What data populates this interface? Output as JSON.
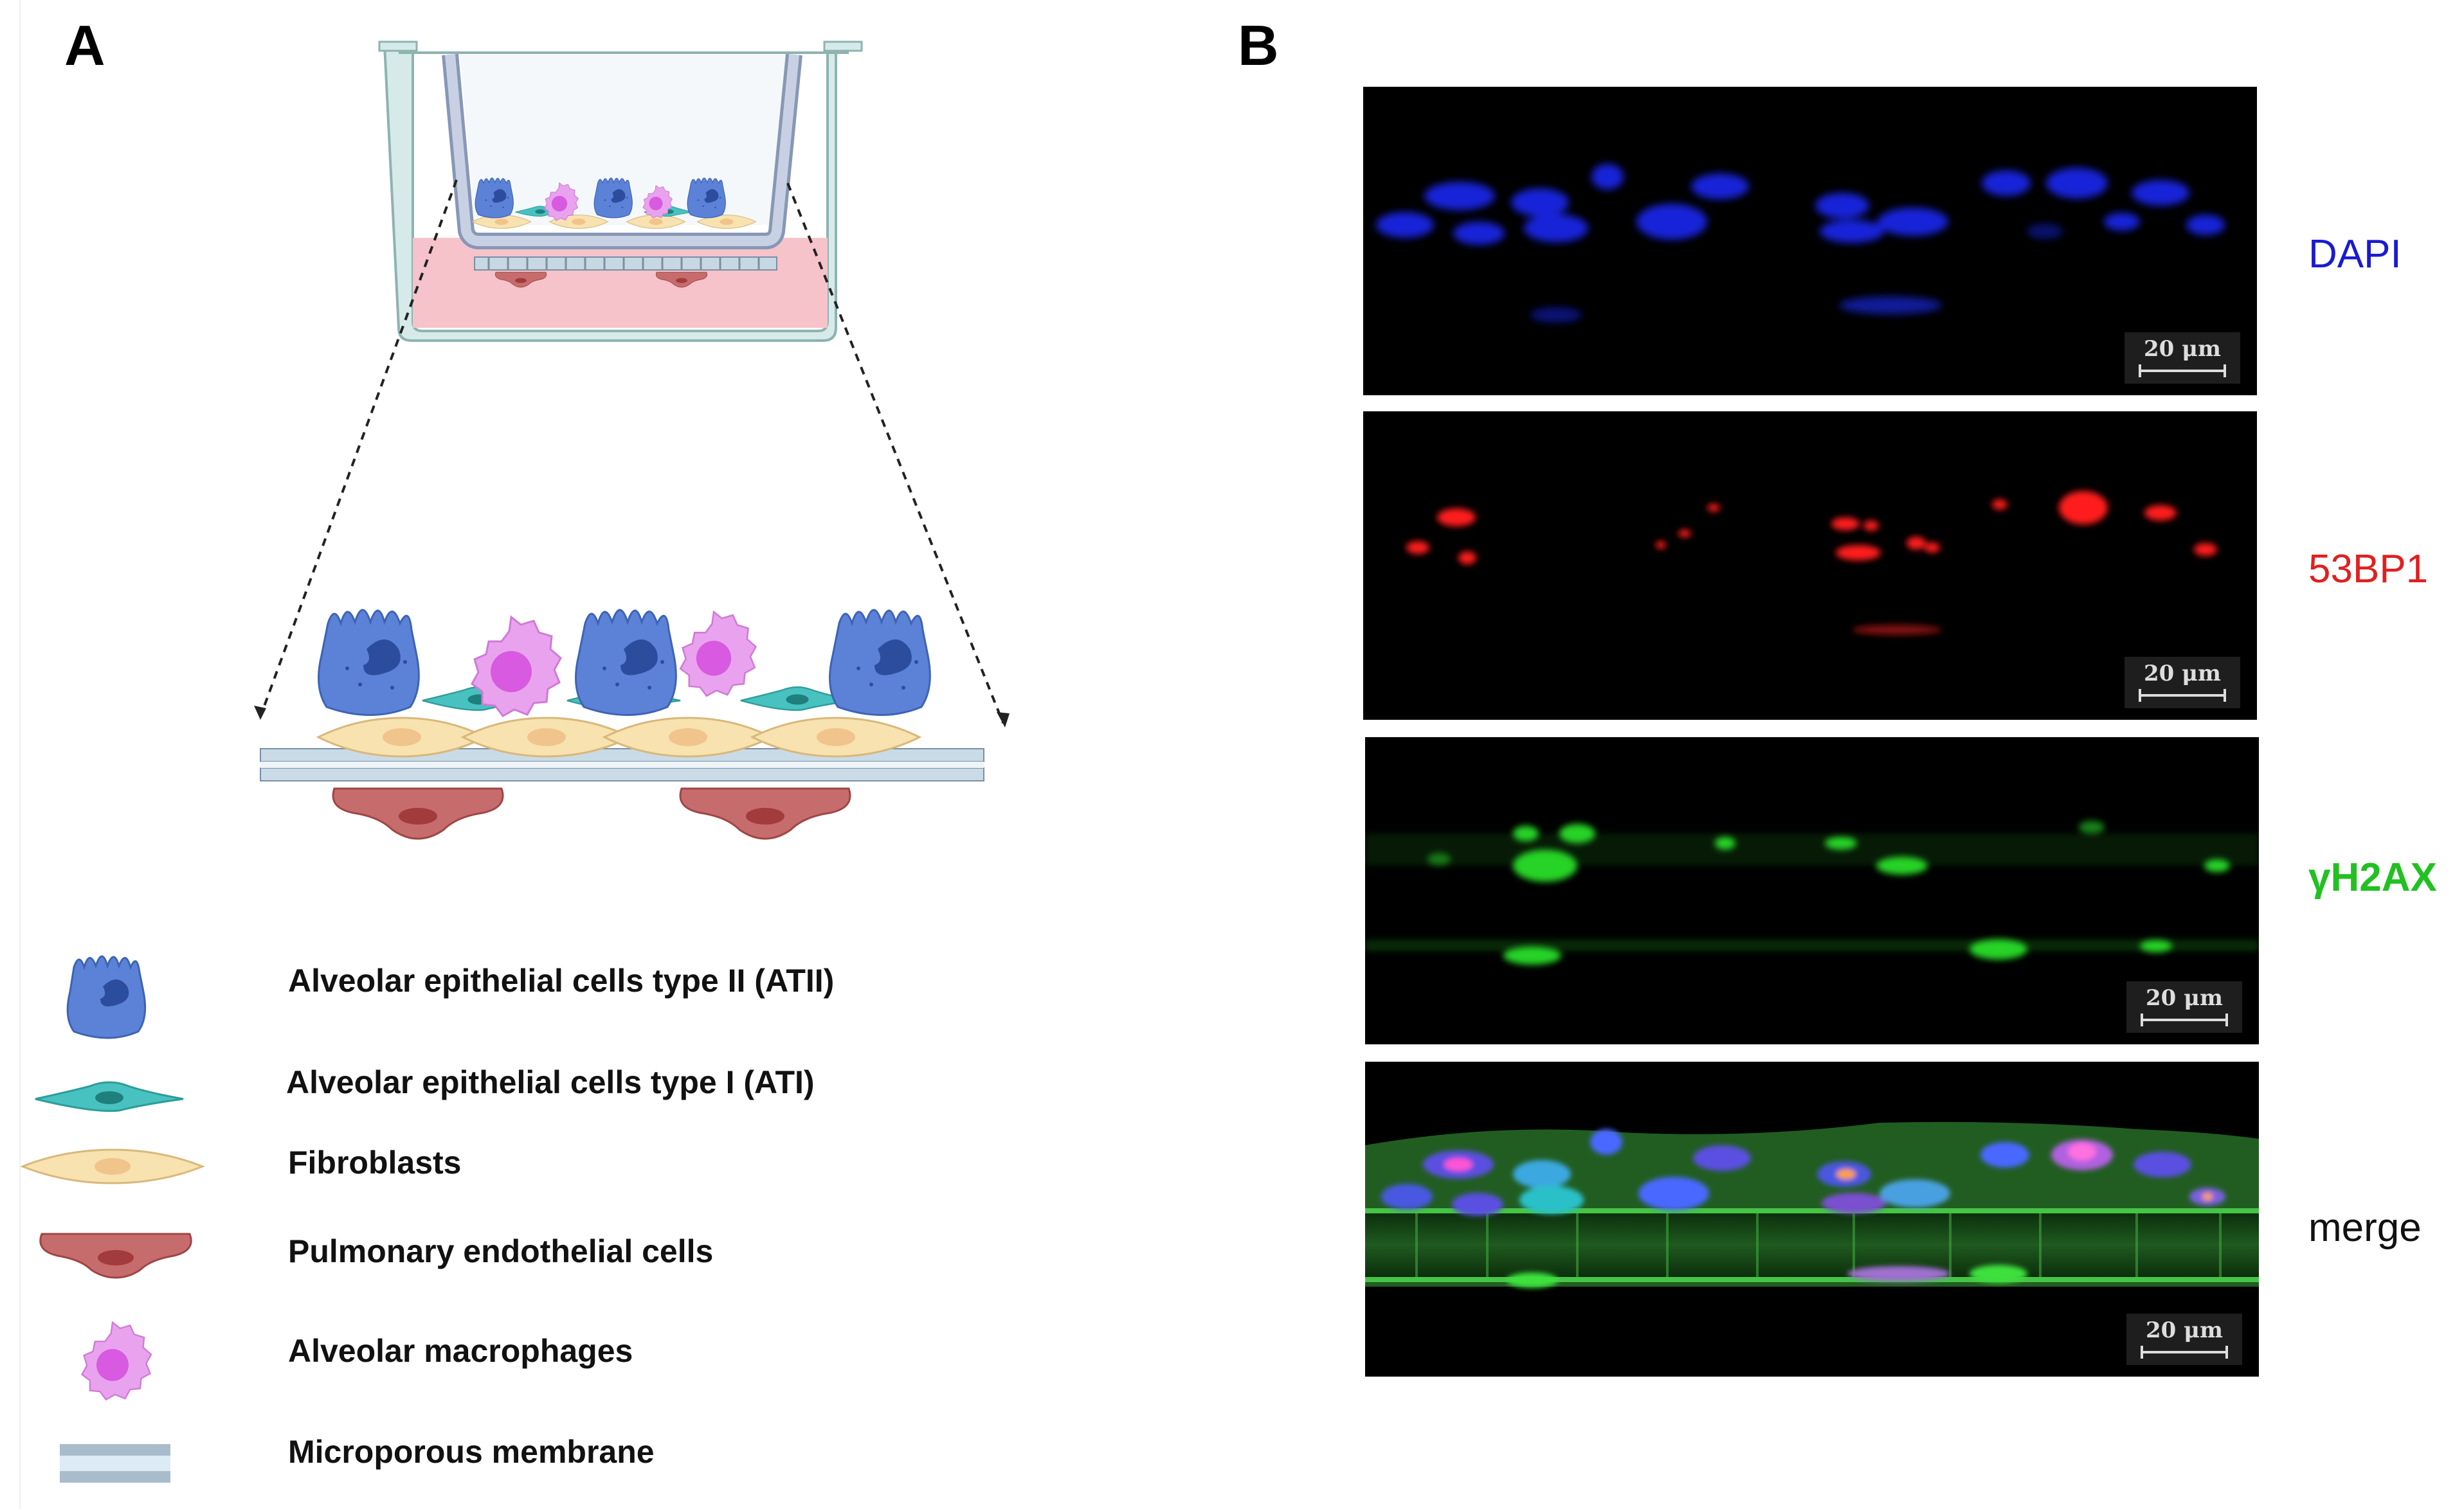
{
  "panels": {
    "a_label": "A",
    "b_label": "B"
  },
  "legend": [
    {
      "icon": "atii-cell-icon",
      "label": "Alveolar epithelial cells type II (ATII)"
    },
    {
      "icon": "ati-cell-icon",
      "label": "Alveolar epithelial cells type I (ATI)"
    },
    {
      "icon": "fibroblast-icon",
      "label": "Fibroblasts"
    },
    {
      "icon": "endothelial-cell-icon",
      "label": "Pulmonary endothelial cells"
    },
    {
      "icon": "macrophage-icon",
      "label": "Alveolar macrophages"
    },
    {
      "icon": "membrane-icon",
      "label": "Microporous membrane"
    }
  ],
  "channels": [
    {
      "label": "DAPI",
      "color": "#1a1ad0"
    },
    {
      "label": "53BP1",
      "color": "#e02020"
    },
    {
      "label": "γH2AX",
      "color": "#22c022"
    },
    {
      "label": "merge",
      "color": "#111111"
    }
  ],
  "scale_bar": {
    "text": "20 μm"
  },
  "colors": {
    "atii": "#5b82d6",
    "ati": "#47c2c0",
    "fibroblast": "#f7e2b0",
    "endothelial": "#c25a5a",
    "macrophage": "#e58be8",
    "membrane": "#a9bccb",
    "medium": "#f3b8c2"
  }
}
